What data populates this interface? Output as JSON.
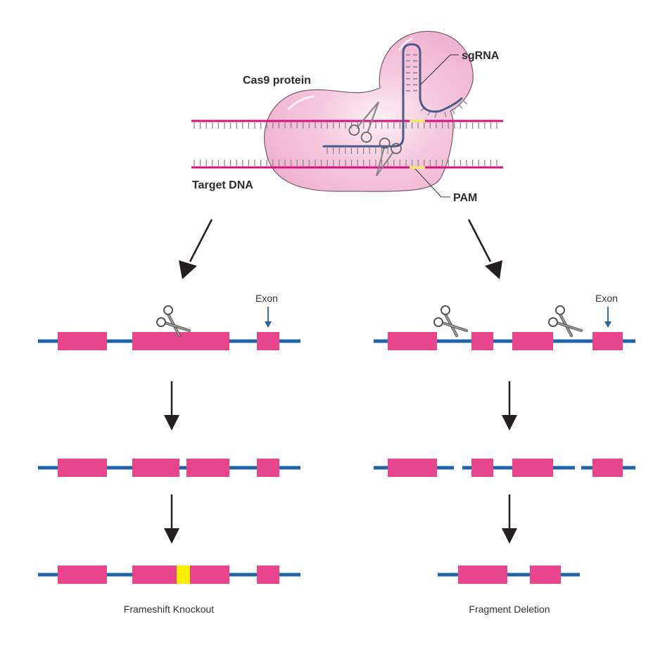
{
  "colors": {
    "protein_fill": "#f4bcd6",
    "protein_stroke": "#7a5a6a",
    "dna_strand": "#d3137e",
    "dna_tick": "#8a8a8a",
    "sgrna": "#4a5a8c",
    "pam": "#f5e27a",
    "exon": "#e8468c",
    "intron_line": "#1f63a8",
    "indel": "#ffee00",
    "arrow": "#231f20",
    "exon_pointer": "#1f63a8"
  },
  "top": {
    "labels": {
      "cas9": "Cas9 protein",
      "sgrna": "sgRNA",
      "target_dna": "Target DNA",
      "pam": "PAM"
    }
  },
  "left_panel": {
    "exon_label": "Exon",
    "caption": "Frameshift Knockout",
    "rows": [
      {
        "name": "original",
        "segments": [
          [
            54,
            427
          ]
        ],
        "exons": [
          [
            82,
            152
          ],
          [
            188,
            326
          ],
          [
            365,
            397
          ]
        ],
        "cut_sites": [
          255
        ]
      },
      {
        "name": "cut",
        "segments": [
          [
            54,
            427
          ]
        ],
        "exons": [
          [
            82,
            152
          ],
          [
            188,
            255
          ],
          [
            265,
            326
          ],
          [
            365,
            397
          ]
        ],
        "cut_sites": []
      },
      {
        "name": "repaired",
        "segments": [
          [
            54,
            427
          ]
        ],
        "exons": [
          [
            82,
            152
          ],
          [
            188,
            326
          ],
          [
            365,
            397
          ]
        ],
        "indel": [
          251,
          270
        ]
      }
    ]
  },
  "right_panel": {
    "exon_label": "Exon",
    "caption": "Fragment Deletion",
    "rows": [
      {
        "name": "original",
        "segments": [
          [
            531,
            903
          ]
        ],
        "exons": [
          [
            551,
            621
          ],
          [
            670,
            701
          ],
          [
            728,
            786
          ],
          [
            842,
            885
          ]
        ],
        "cut_sites": [
          649,
          812
        ]
      },
      {
        "name": "cut",
        "segments": [
          [
            531,
            645
          ],
          [
            657,
            817
          ],
          [
            826,
            903
          ]
        ],
        "exons": [
          [
            551,
            621
          ],
          [
            670,
            701
          ],
          [
            728,
            786
          ],
          [
            842,
            885
          ]
        ],
        "cut_sites": []
      },
      {
        "name": "deleted",
        "segments": [
          [
            622,
            824
          ]
        ],
        "exons": [
          [
            651,
            721
          ],
          [
            753,
            797
          ]
        ],
        "cut_sites": []
      }
    ]
  }
}
